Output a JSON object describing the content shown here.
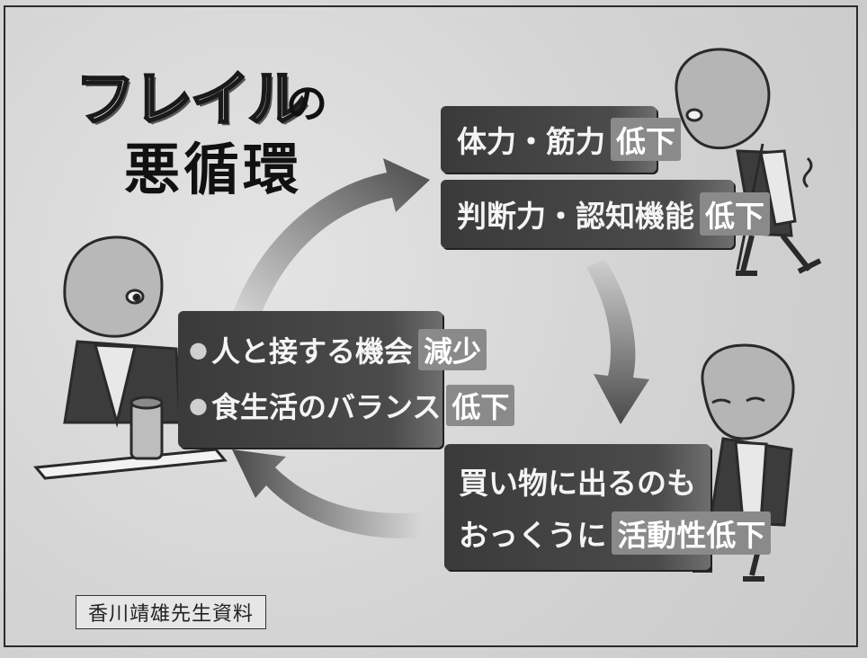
{
  "title": {
    "main": "フレイル",
    "particle": "の",
    "sub": "悪循環"
  },
  "boxes": {
    "physical": {
      "text": "体力・筋力",
      "highlight": "低下"
    },
    "cognitive": {
      "text": "判断力・認知機能",
      "highlight": "低下"
    },
    "social": {
      "text": "人と接する機会",
      "highlight": "減少"
    },
    "diet": {
      "text": "食生活のバランス",
      "highlight": "低下"
    },
    "activity": {
      "line1": "買い物に出るのも",
      "line2": "おっくうに",
      "highlight": "活動性低下"
    }
  },
  "credit": "香川靖雄先生資料",
  "colors": {
    "box": "#444444",
    "highlight": "#8a8a8a",
    "arrow": "#5a5a5a"
  }
}
